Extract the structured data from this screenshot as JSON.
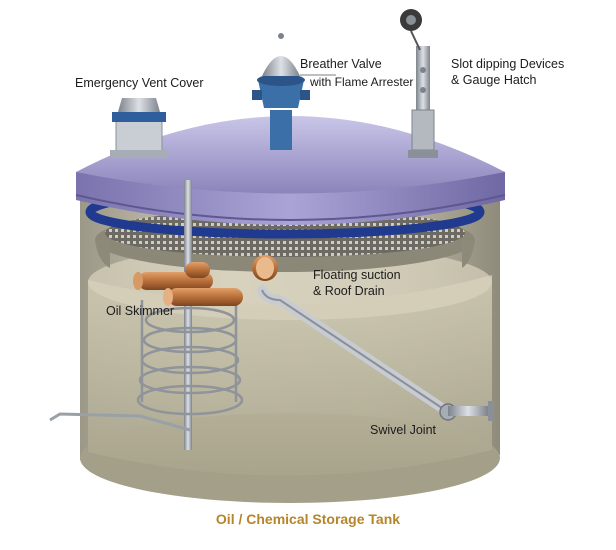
{
  "labels": {
    "emergency_vent": "Emergency Vent Cover",
    "breather_valve_1": "Breather Valve",
    "breather_valve_2": "with Flame Arrester",
    "slot_dipping_1": "Slot dipping Devices",
    "slot_dipping_2": "& Gauge Hatch",
    "floating_suction_1": "Floating suction",
    "floating_suction_2": "& Roof Drain",
    "oil_skimmer": "Oil Skimmer",
    "swivel_joint": "Swivel Joint"
  },
  "caption": "Oil / Chemical Storage Tank",
  "colors": {
    "roof": "#9a93c4",
    "roof_ring": "#1f3a8e",
    "tank_wall": "#c9c5b3",
    "liquid": "#bdb8a1",
    "caption": "#b5852a",
    "copper": "#b5703a",
    "steel": "#a7adb5",
    "valve_blue": "#3b6fa8"
  },
  "icons": [
    "emergency-vent-icon",
    "breather-valve-icon",
    "slot-dipping-device-icon",
    "floating-roof-icon",
    "oil-skimmer-icon",
    "floating-suction-pipe-icon",
    "swivel-joint-icon"
  ]
}
